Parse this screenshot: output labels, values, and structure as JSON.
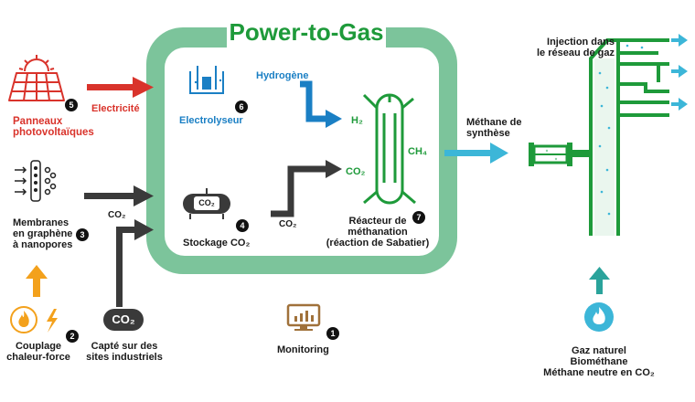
{
  "title": "Power-to-Gas",
  "colors": {
    "frame": "#7cc49b",
    "green": "#1e9a3a",
    "red": "#d9332b",
    "blue": "#1a7fc4",
    "cyan": "#3cb6d8",
    "teal": "#2aa39b",
    "orange": "#f3a11c",
    "dark": "#3a3a3a"
  },
  "labels": {
    "panels": [
      "Panneaux",
      "photovoltaïques"
    ],
    "electricite": "Electricité",
    "membranes": [
      "Membranes",
      "en graphène",
      "à nanopores"
    ],
    "co2_in": "CO₂",
    "couplage": [
      "Couplage",
      "chaleur-force"
    ],
    "capte": [
      "Capté sur des",
      "sites industriels"
    ],
    "co2_badge": "CO₂",
    "electrolyseur": "Electrolyseur",
    "hydrogene": "Hydrogène",
    "stockage": "Stockage CO₂",
    "tank_co2": "CO₂",
    "co2_out": "CO₂",
    "h2": "H₂",
    "co2_reactor": "CO₂",
    "ch4": "CH₄",
    "reacteur": [
      "Réacteur de",
      "méthanation",
      "(réaction de Sabatier)"
    ],
    "monitoring": "Monitoring",
    "methane": [
      "Méthane de",
      "synthèse"
    ],
    "injection": [
      "Injection dans",
      "le réseau de gaz"
    ],
    "gaz": [
      "Gaz naturel",
      "Biométhane",
      "Méthane neutre en CO₂"
    ]
  },
  "numbers": [
    "1",
    "2",
    "3",
    "4",
    "5",
    "6",
    "7"
  ],
  "icons": [
    "solar-panel-icon",
    "membrane-filter-icon",
    "flame-icon",
    "lightning-icon",
    "electrolyser-icon",
    "storage-tank-icon",
    "reactor-icon",
    "monitor-icon",
    "gas-flame-icon",
    "pipeline-icon"
  ]
}
